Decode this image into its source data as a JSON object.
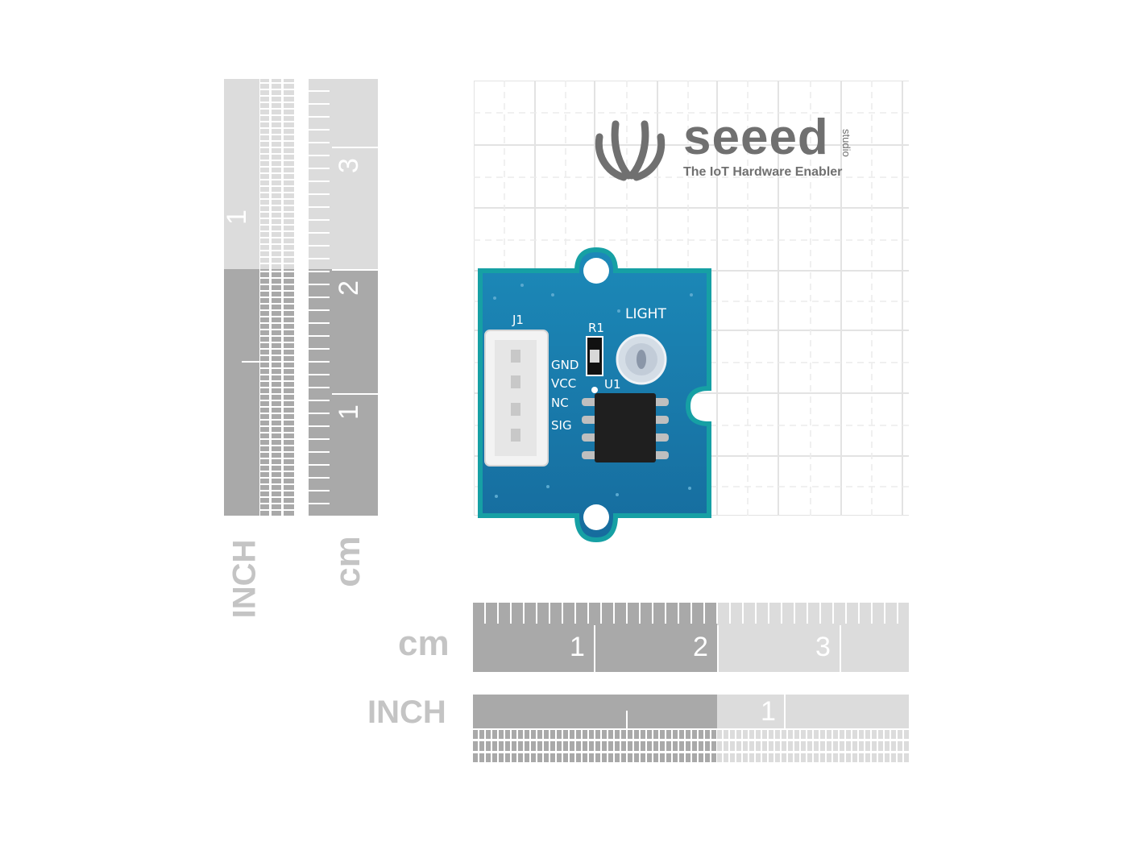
{
  "logo": {
    "brand": "seeed",
    "studio": "studio",
    "tagline": "The IoT Hardware Enabler"
  },
  "rulers": {
    "vertical_inch": {
      "unit": "INCH",
      "numbers": [
        "1"
      ]
    },
    "vertical_cm": {
      "unit": "cm",
      "numbers": [
        "3",
        "2",
        "1"
      ]
    },
    "horizontal_cm": {
      "unit": "cm",
      "numbers": [
        "1",
        "2",
        "3"
      ]
    },
    "horizontal_inch": {
      "unit": "INCH",
      "numbers": [
        "1"
      ]
    }
  },
  "board": {
    "connector_label": "J1",
    "pins": [
      "GND",
      "VCC",
      "NC",
      "SIG"
    ],
    "resistor_label": "R1",
    "sensor_label": "LIGHT",
    "chip_label": "U1"
  },
  "colors": {
    "pcb": "#1d7ab0",
    "pcb_edge": "#16a0a4",
    "ruler_dark": "#a9a9a9",
    "ruler_light": "#dcdcdc",
    "grid": "#e0e0e0"
  }
}
